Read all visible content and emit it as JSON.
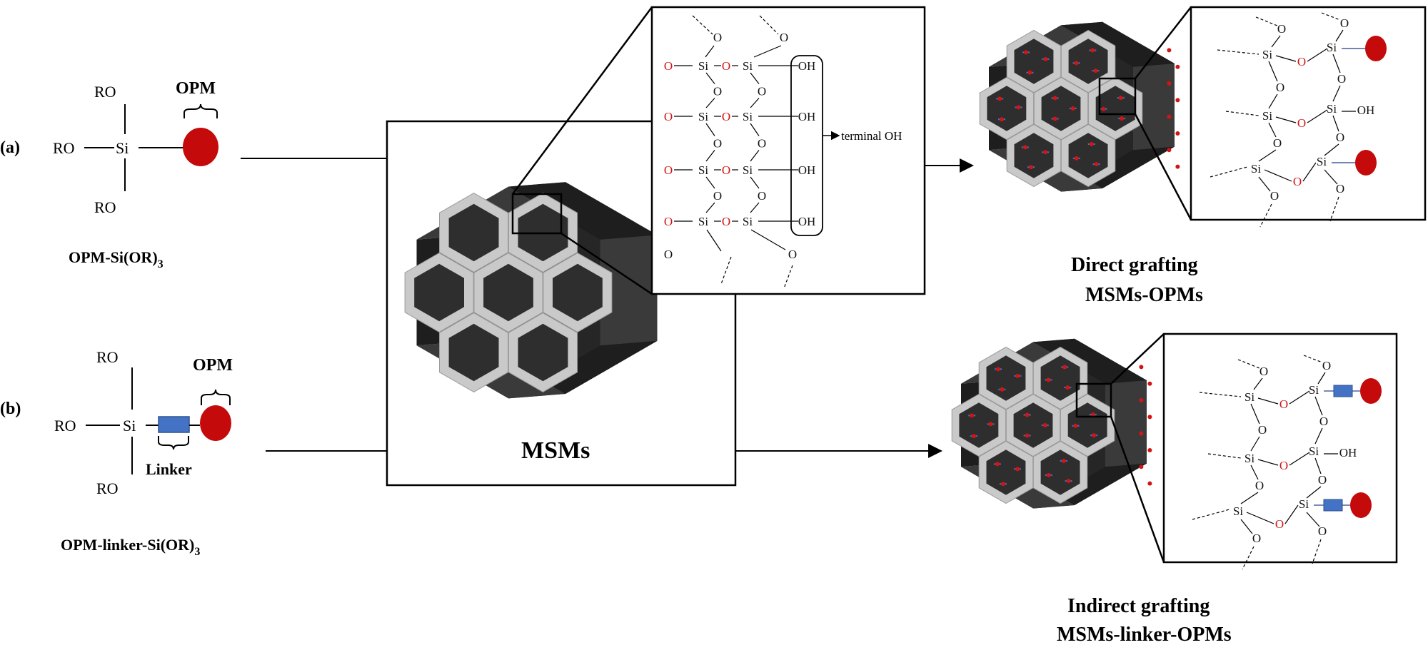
{
  "panel_a": {
    "label": "(a)",
    "ro": "RO",
    "si": "Si",
    "opm": "OPM",
    "formula_main": "OPM-Si(OR)",
    "formula_sub": "3"
  },
  "panel_b": {
    "label": "(b)",
    "ro": "RO",
    "si": "Si",
    "opm": "OPM",
    "linker": "Linker",
    "formula_main": "OPM-linker-Si(OR)",
    "formula_sub": "3"
  },
  "center": {
    "plus": "+",
    "label": "MSMs"
  },
  "surface_zoom": {
    "si": "Si",
    "o": "O",
    "oh": "OH",
    "terminal": "terminal OH"
  },
  "direct": {
    "title_1": "Direct grafting",
    "title_2": "MSMs-OPMs",
    "si": "Si",
    "o": "O",
    "oh": "OH"
  },
  "indirect": {
    "title_1": "Indirect grafting",
    "title_2": "MSMs-linker-OPMs",
    "si": "Si",
    "o": "O",
    "oh": "OH"
  },
  "colors": {
    "opm": "#c40a0a",
    "linker": "#4472c4",
    "oxygen": "#d21414",
    "pore_dark": "#2e2e2e",
    "pore_wall": "#c9c9c9"
  }
}
